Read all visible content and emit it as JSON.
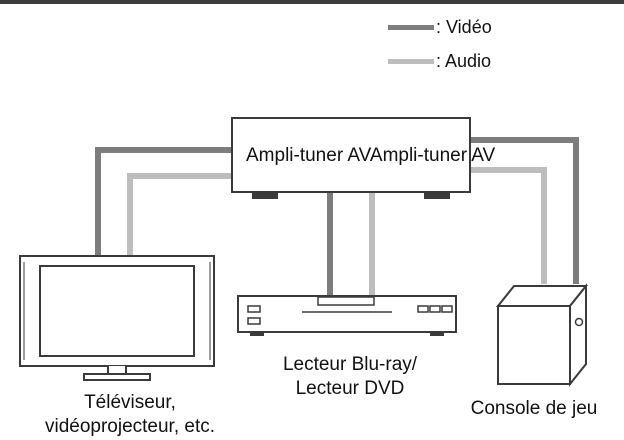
{
  "colors": {
    "video": "#7d7d7d",
    "audio": "#bdbdbd",
    "outline": "#3a3a3a"
  },
  "legend": {
    "video": ": Vidéo",
    "audio": ": Audio"
  },
  "devices": {
    "receiver": "Ampli-tuner AVAmpli-tuner AV",
    "tv_line1": "Téléviseur,",
    "tv_line2": "vidéoprojecteur, etc.",
    "player_line1": "Lecteur Blu-ray/",
    "player_line2": "Lecteur DVD",
    "console": "Console de jeu"
  }
}
